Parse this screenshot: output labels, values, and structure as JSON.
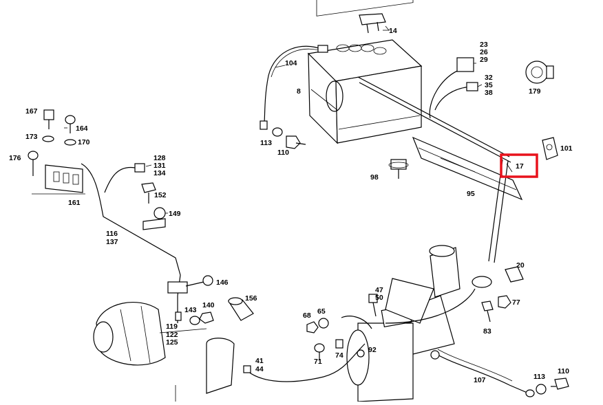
{
  "diagram": {
    "highlight": {
      "label": "17",
      "color": "#e8121c"
    },
    "labels": {
      "l14": "14",
      "l23_26_29": [
        "23",
        "26",
        "29"
      ],
      "l104": "104",
      "l8": "8",
      "l32_35_38": [
        "32",
        "35",
        "38"
      ],
      "l179": "179",
      "l167": "167",
      "l164": "164",
      "l173": "173",
      "l170": "170",
      "l176": "176",
      "l128_131_134": [
        "128",
        "131",
        "134"
      ],
      "l113a": "113",
      "l110a": "110",
      "l101": "101",
      "l98": "98",
      "l95": "95",
      "l161": "161",
      "l152": "152",
      "l149": "149",
      "l116_137": [
        "116",
        "137"
      ],
      "l20": "20",
      "l146": "146",
      "l156": "156",
      "l47_50": [
        "47",
        "50"
      ],
      "l77": "77",
      "l143": "143",
      "l140": "140",
      "l68": "68",
      "l65": "65",
      "l83": "83",
      "l119_122_125": [
        "119",
        "122",
        "125"
      ],
      "l92": "92",
      "l71": "71",
      "l74": "74",
      "l41_44": [
        "41",
        "44"
      ],
      "l107": "107",
      "l113b": "113",
      "l110b": "110"
    }
  }
}
